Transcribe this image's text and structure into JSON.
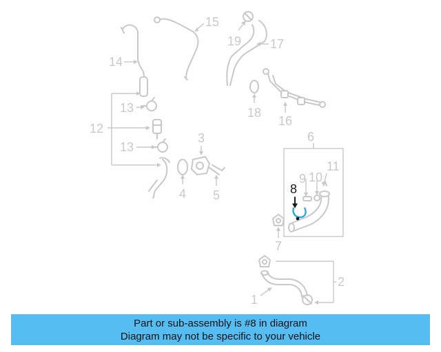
{
  "diagram": {
    "highlighted_part": "8",
    "callouts": {
      "c1": "1",
      "c2": "2",
      "c3": "3",
      "c4": "4",
      "c5": "5",
      "c6": "6",
      "c7": "7",
      "c8": "8",
      "c9": "9",
      "c10": "10",
      "c11": "11",
      "c12": "12",
      "c13a": "13",
      "c13b": "13",
      "c14": "14",
      "c15": "15",
      "c16": "16",
      "c17": "17",
      "c18": "18",
      "c19": "19"
    },
    "colors": {
      "parts": "#c8c8c8",
      "highlight": "#1a1a1a",
      "banner": "#56bdf2"
    }
  },
  "banner": {
    "line1": "Part or sub-assembly is #8 in diagram",
    "line2": "Diagram may not be specific to your vehicle"
  }
}
